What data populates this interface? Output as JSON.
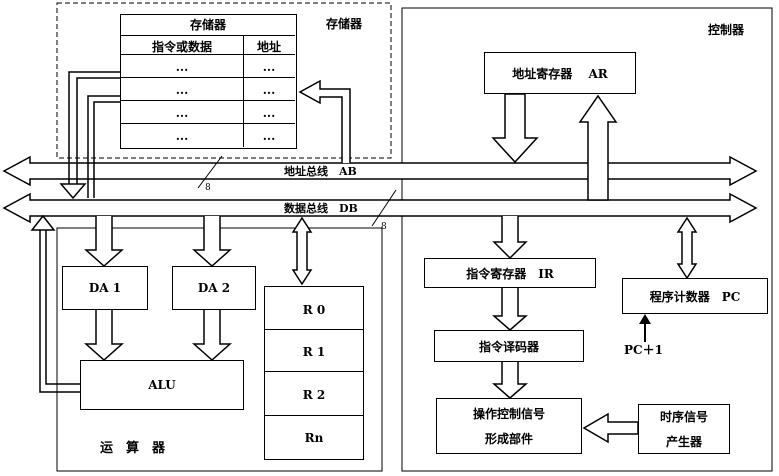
{
  "memory": {
    "title": "存储器",
    "table_title": "存储器",
    "col_data": "指令或数据",
    "col_addr": "地址",
    "rows": [
      "...",
      "...",
      "...",
      "...",
      "..."
    ]
  },
  "controller": {
    "title": "控制器",
    "ar": "地址寄存器　 AR",
    "ir": "指令寄存器　IR",
    "decoder": "指令译码器",
    "ctrl_line1": "操作控制信号",
    "ctrl_line2": "形成部件",
    "timing_line1": "时序信号",
    "timing_line2": "产生器",
    "pc": "程序计数器　PC",
    "pc_inc": "PC＋1"
  },
  "alu_unit": {
    "title": "运　算　器",
    "da1": "DA 1",
    "da2": "DA 2",
    "alu": "ALU",
    "regs": [
      "R 0",
      "R 1",
      "R 2",
      "Rn"
    ]
  },
  "buses": {
    "address": "地址总线　AB",
    "data": "数据总线　DB",
    "width_ab": "8",
    "width_db": "8"
  }
}
